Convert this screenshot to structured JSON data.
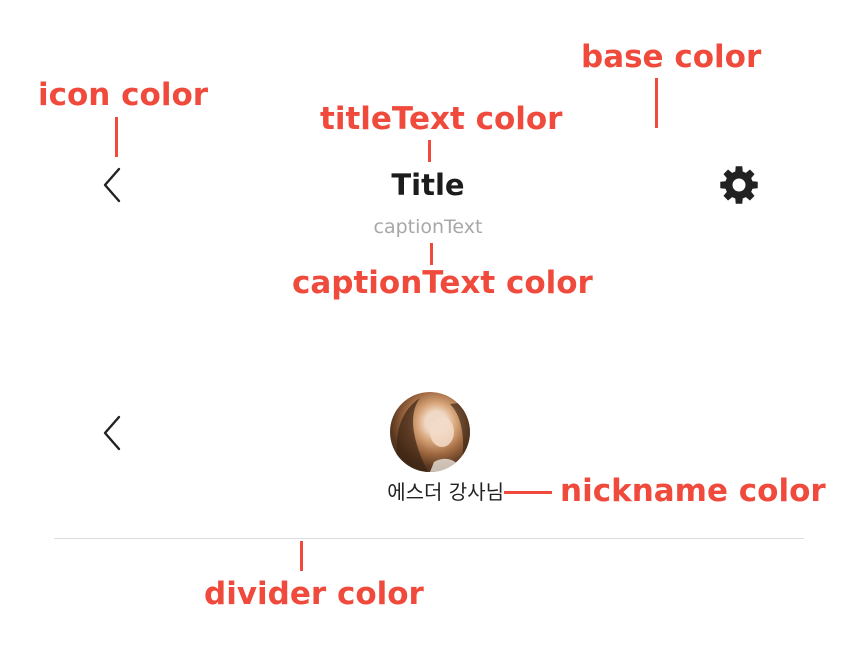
{
  "colors": {
    "accent": "#ef4a3c",
    "icon": "#222222",
    "title_text": "#1c1c1c",
    "caption_text": "#a7a7a7",
    "nickname": "#222222",
    "divider": "#dcdcdc",
    "base": "#ffffff"
  },
  "annotations": {
    "icon_color": "icon color",
    "title_text_color": "titleText color",
    "base_color": "base color",
    "caption_text_color": "captionText color",
    "nickname_color": "nickname color",
    "divider_color": "divider color"
  },
  "header_1": {
    "back_icon": "chevron-left",
    "title": "Title",
    "caption": "captionText",
    "settings_icon": "gear"
  },
  "header_2": {
    "back_icon": "chevron-left",
    "avatar": "user-photo",
    "nickname": "에스더 강사님"
  }
}
